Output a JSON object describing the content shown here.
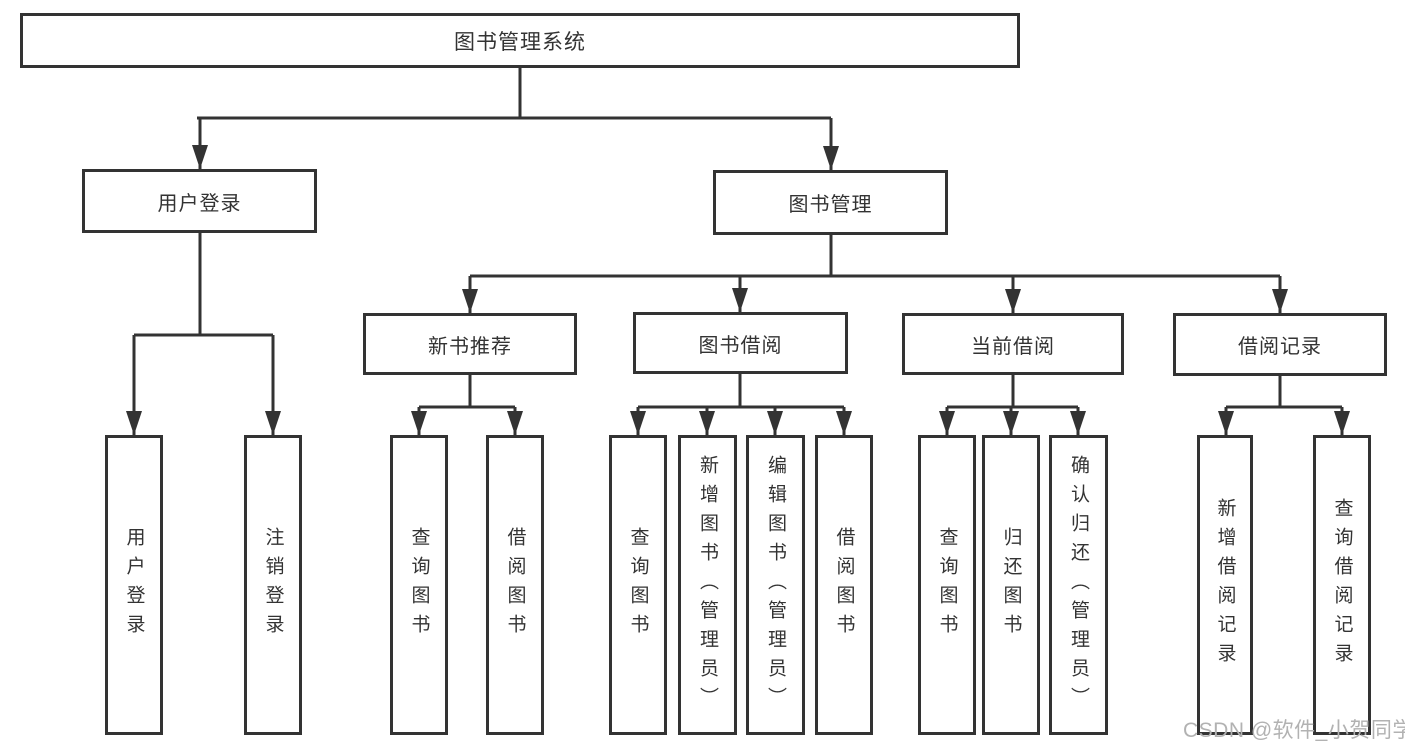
{
  "diagram": {
    "tree": {
      "root": {
        "label": "图书管理系统",
        "children": [
          {
            "label": "用户登录",
            "children": [
              {
                "label": "用户登录"
              },
              {
                "label": "注销登录"
              }
            ]
          },
          {
            "label": "图书管理",
            "children": [
              {
                "label": "新书推荐",
                "children": [
                  {
                    "label": "查询图书"
                  },
                  {
                    "label": "借阅图书"
                  }
                ]
              },
              {
                "label": "图书借阅",
                "children": [
                  {
                    "label": "查询图书"
                  },
                  {
                    "label": "新增图书（管理员）"
                  },
                  {
                    "label": "编辑图书（管理员）"
                  },
                  {
                    "label": "借阅图书"
                  }
                ]
              },
              {
                "label": "当前借阅",
                "children": [
                  {
                    "label": "查询图书"
                  },
                  {
                    "label": "归还图书"
                  },
                  {
                    "label": "确认归还（管理员）"
                  }
                ]
              },
              {
                "label": "借阅记录",
                "children": [
                  {
                    "label": "新增借阅记录"
                  },
                  {
                    "label": "查询借阅记录"
                  }
                ]
              }
            ]
          }
        ]
      }
    },
    "colors": {
      "line": "#333333",
      "box_border": "#333333",
      "text": "#333333",
      "background": "#ffffff",
      "watermark_text": "#b2b2b2"
    }
  },
  "watermark": {
    "text": "CSDN @软件_小贺同学"
  }
}
